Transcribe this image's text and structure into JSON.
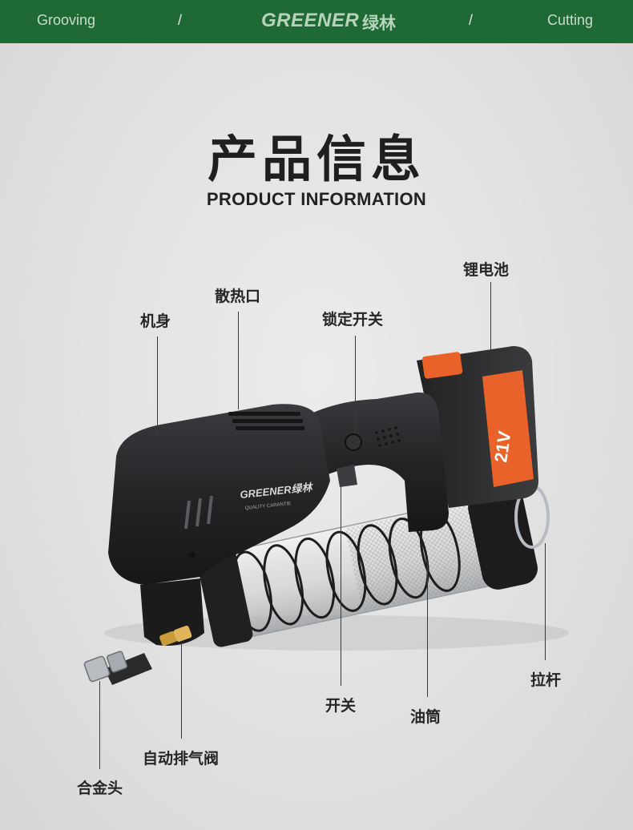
{
  "header": {
    "left_text": "Grooving",
    "separator": "/",
    "brand_text": "GREENER",
    "brand_cn": "绿林",
    "right_text": "Cutting"
  },
  "title": {
    "cn": "产品信息",
    "en": "PRODUCT INFORMATION"
  },
  "product": {
    "badge_brand": "GREENER绿林",
    "badge_sub": "QUALITY CARANTIE",
    "battery_voltage": "21V"
  },
  "callouts": {
    "body": "机身",
    "vent": "散热口",
    "lock_switch": "锁定开关",
    "battery": "锂电池",
    "switch": "开关",
    "cylinder": "油筒",
    "pull_rod": "拉杆",
    "air_valve": "自动排气阀",
    "alloy_head": "合金头"
  },
  "colors": {
    "header_bg": "#1f6a34",
    "accent_orange": "#e8622a",
    "tool_body": "#2a2b2d"
  }
}
